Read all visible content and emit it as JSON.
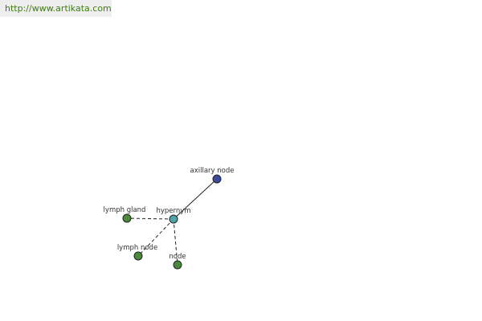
{
  "banner": {
    "url": "http://www.artikata.com"
  },
  "graph": {
    "center": {
      "label": "hypernym",
      "color": "#4fa6a6"
    },
    "nodes": [
      {
        "id": "axillary",
        "label": "axillary node",
        "color": "#3a4a9c",
        "edge": "solid"
      },
      {
        "id": "lymph-gland",
        "label": "lymph gland",
        "color": "#4a8a3c",
        "edge": "dashed"
      },
      {
        "id": "lymph-node",
        "label": "lymph node",
        "color": "#4a8a3c",
        "edge": "dashed"
      },
      {
        "id": "node",
        "label": "node",
        "color": "#4a8a3c",
        "edge": "dashed"
      }
    ]
  }
}
